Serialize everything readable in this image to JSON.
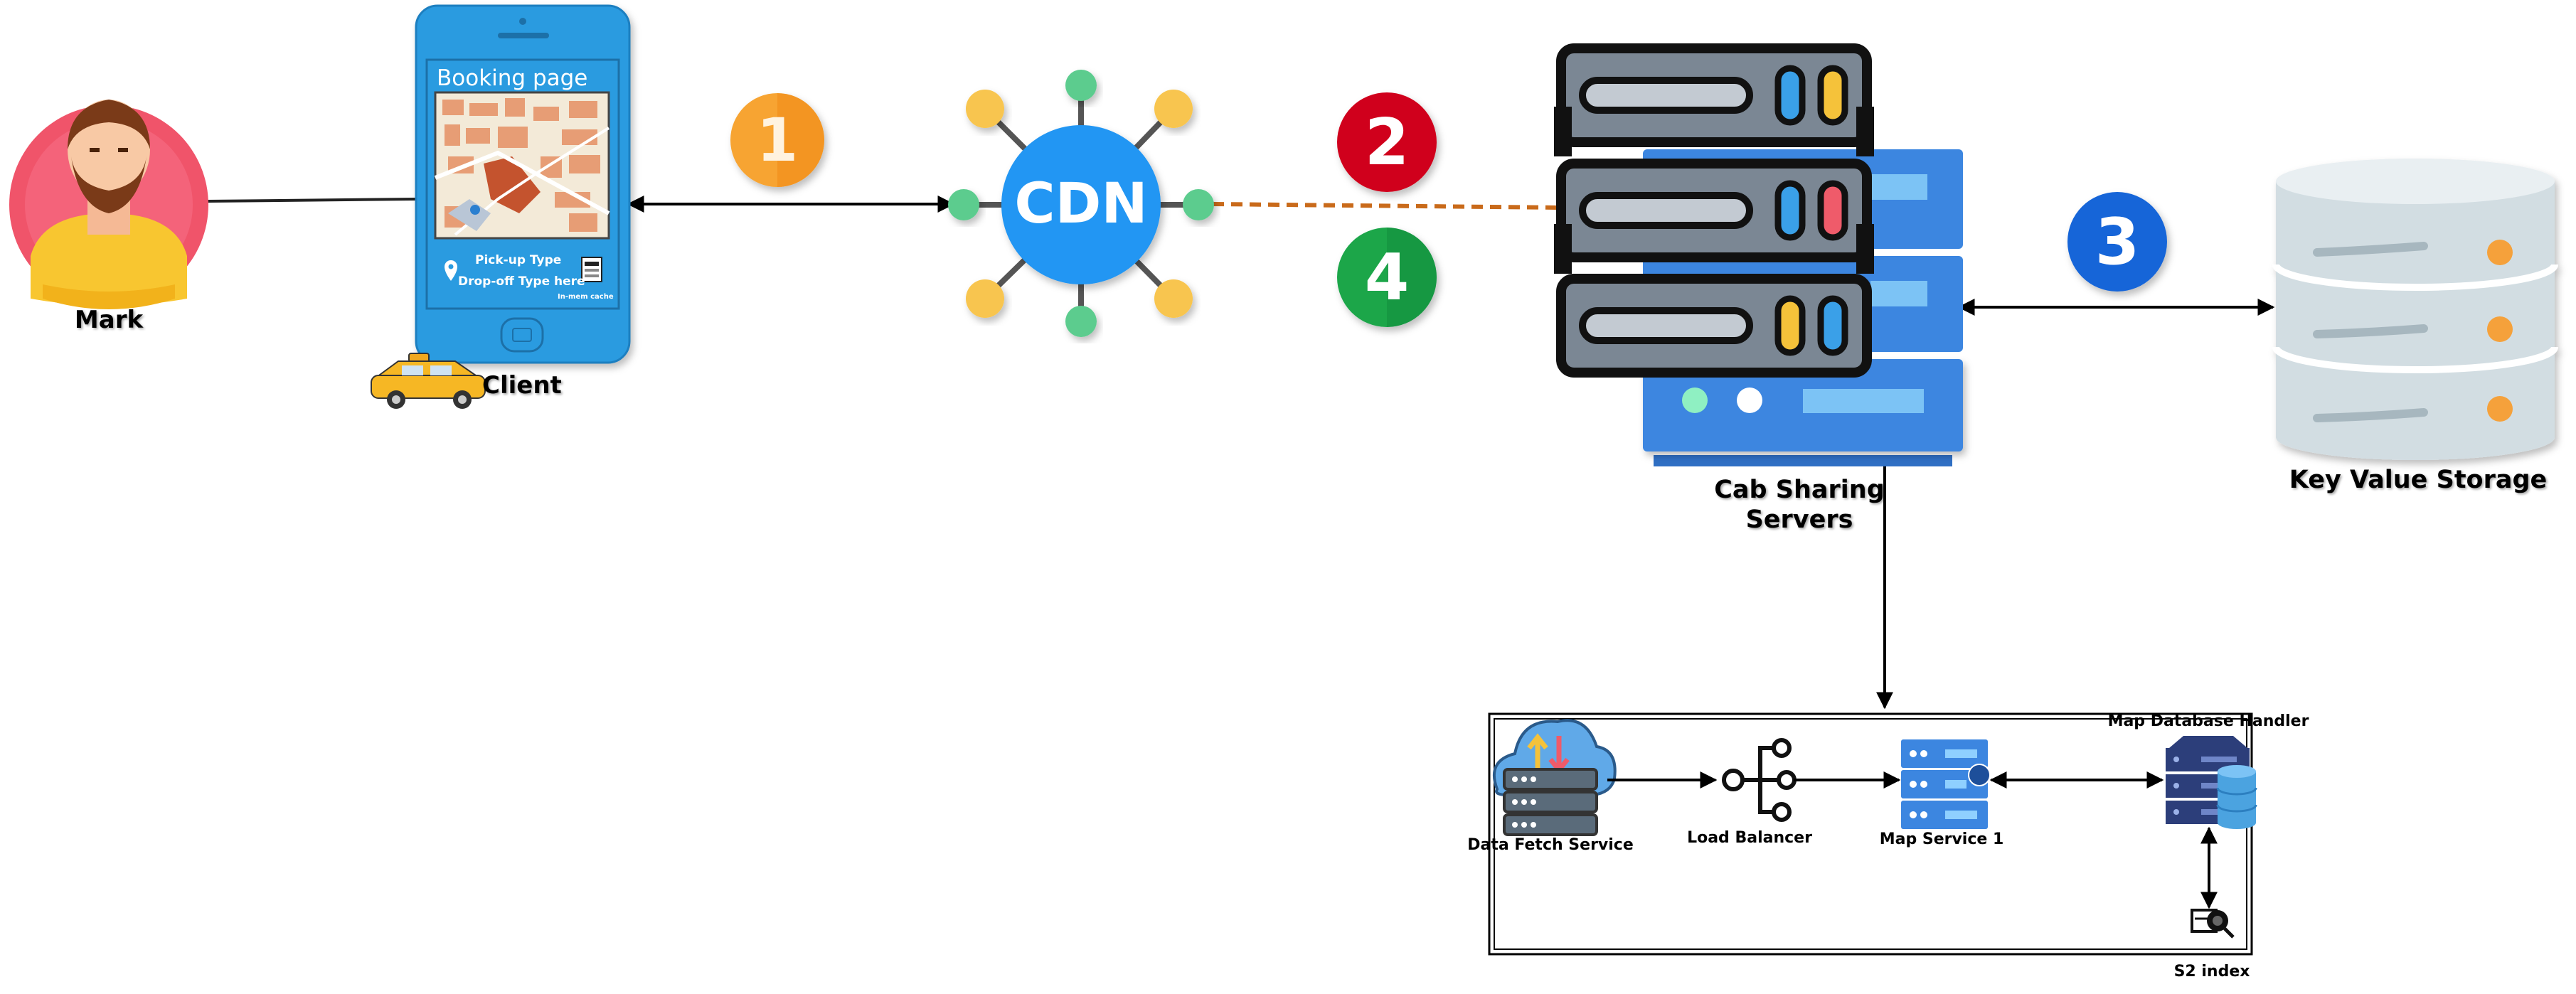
{
  "user": {
    "name": "Mark"
  },
  "client": {
    "label": "Client",
    "screen_title": "Booking page",
    "pickup_text": "Pick-up Type",
    "dropoff_text": "Drop-off Type here",
    "cache_label": "In-mem cache"
  },
  "cdn": {
    "label": "CDN"
  },
  "steps": {
    "step1": "1",
    "step2": "2",
    "step3": "3",
    "step4": "4"
  },
  "servers": {
    "label_line1": "Cab Sharing",
    "label_line2": "Servers"
  },
  "storage": {
    "label": "Key Value Storage"
  },
  "subsystem": {
    "data_fetch": "Data Fetch Service",
    "load_balancer": "Load Balancer",
    "map_service": "Map Service 1",
    "map_db_handler": "Map Database Handler",
    "s2_index": "S2 index"
  },
  "colors": {
    "phone_blue": "#2c9be0",
    "cdn_blue": "#2196f3",
    "step1_orange": "#f7a431",
    "step2_red": "#d0021b",
    "step3_blue": "#1565d8",
    "step4_green": "#1aa64a",
    "dashed_orange": "#c96a1a",
    "server_grey": "#7b8794",
    "server_blue": "#3c86e0",
    "storage_grey": "#d2dde2",
    "storage_dot": "#f5a13a"
  }
}
